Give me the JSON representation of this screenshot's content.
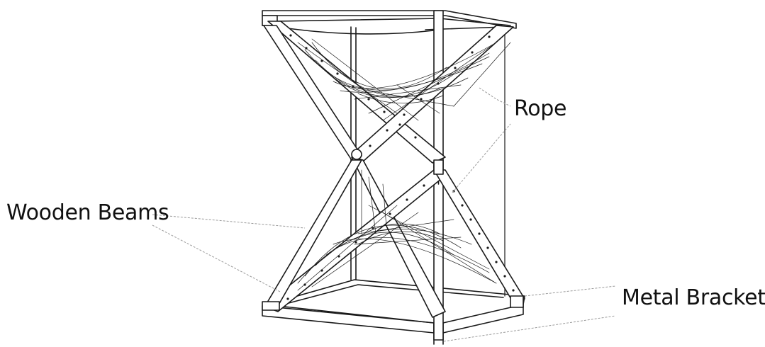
{
  "diagram": {
    "labels": {
      "rope": "Rope",
      "wooden_beams": "Wooden Beams",
      "metal_brackets": "Metal Brackets"
    },
    "colors": {
      "line": "#1a1a1a",
      "leader": "#9a9a9a",
      "background": "#ffffff"
    }
  }
}
